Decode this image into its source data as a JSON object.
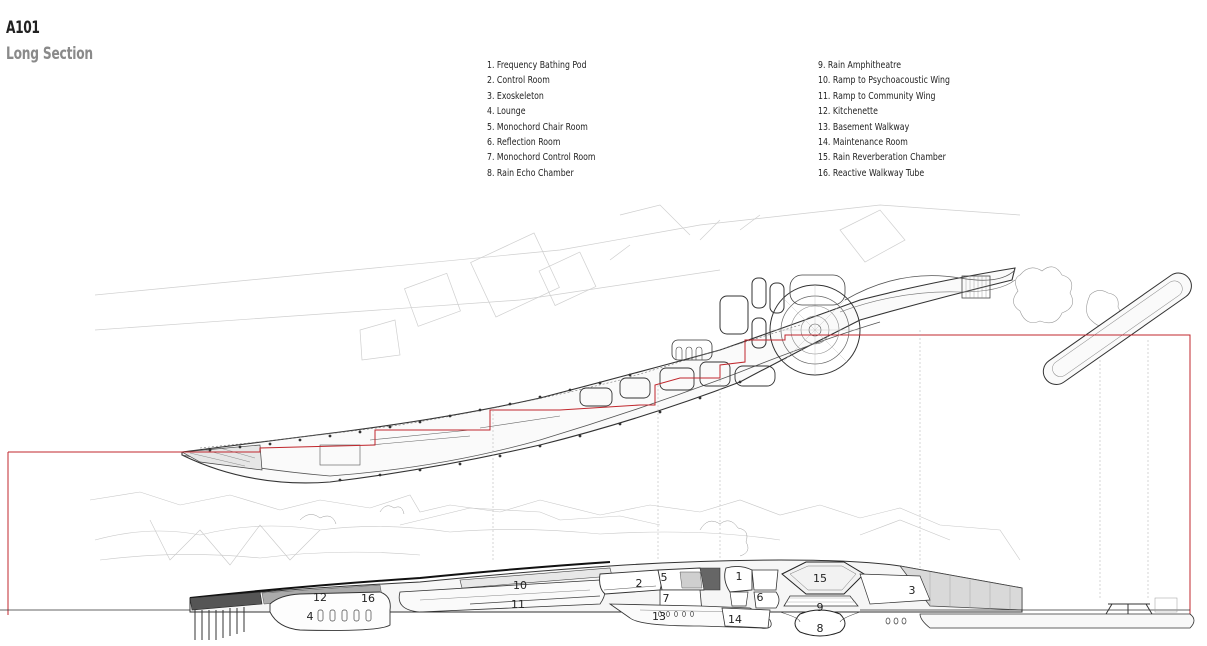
{
  "sheet": {
    "number": "A101",
    "title": "Long Section"
  },
  "legend": {
    "column_1": [
      "1. Frequency Bathing Pod",
      "2. Control Room",
      "3. Exoskeleton",
      "4. Lounge",
      "5. Monochord Chair Room",
      "6. Reflection Room",
      "7. Monochord Control Room",
      "8. Rain Echo Chamber"
    ],
    "column_2": [
      "9. Rain Amphitheatre",
      "10. Ramp to Psychoacoustic Wing",
      "11. Ramp to Community Wing",
      "12. Kitchenette",
      "13. Basement Walkway",
      "14. Maintenance Room",
      "15. Rain Reverberation Chamber",
      "16. Reactive Walkway Tube"
    ]
  },
  "section_labels": {
    "r1": "1",
    "r2": "2",
    "r3": "3",
    "r4": "4",
    "r5": "5",
    "r6": "6",
    "r7": "7",
    "r8": "8",
    "r9": "9",
    "r10": "10",
    "r11": "11",
    "r12": "12",
    "r13": "13",
    "r14": "14",
    "r15": "15",
    "r16": "16"
  },
  "colors": {
    "section_line": "#c0272d",
    "linework": "#333333",
    "faint_context": "#c8c8c8"
  }
}
